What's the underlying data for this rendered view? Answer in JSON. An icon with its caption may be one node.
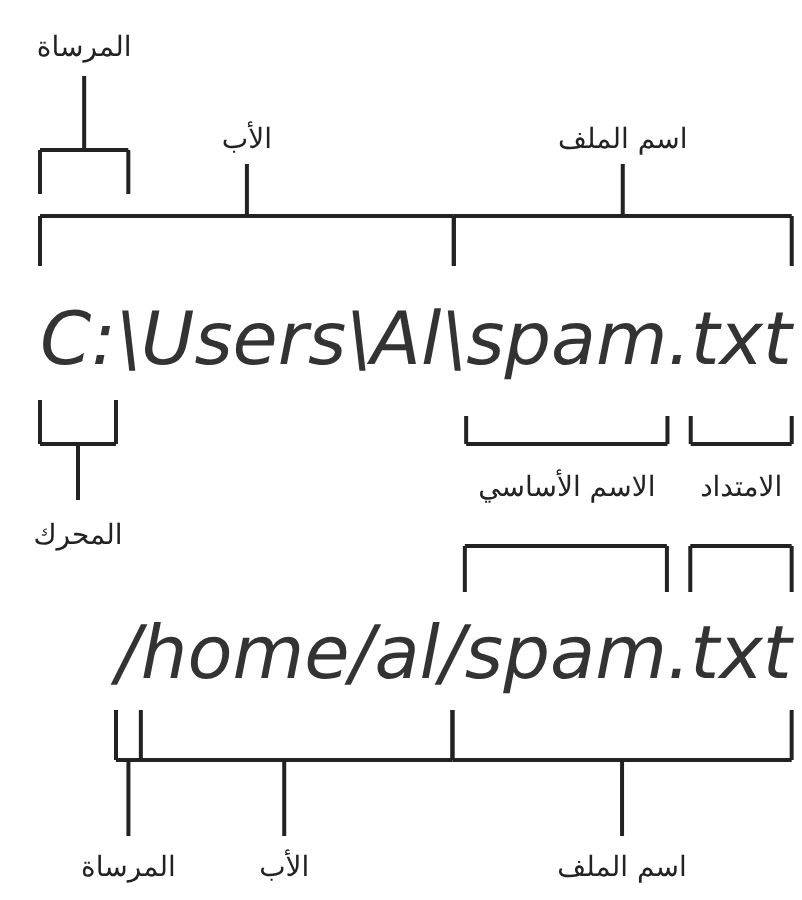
{
  "diagram": {
    "labels": [
      "المرساة",
      "الأب",
      "اسم الملف",
      "C:\\Users\\Al\\spam.txt",
      "المحرك",
      "الامتداد",
      "الاسم الأساسي",
      "/home/al/spam.txt",
      "المرساة",
      "الأب",
      "اسم الملف"
    ]
  }
}
